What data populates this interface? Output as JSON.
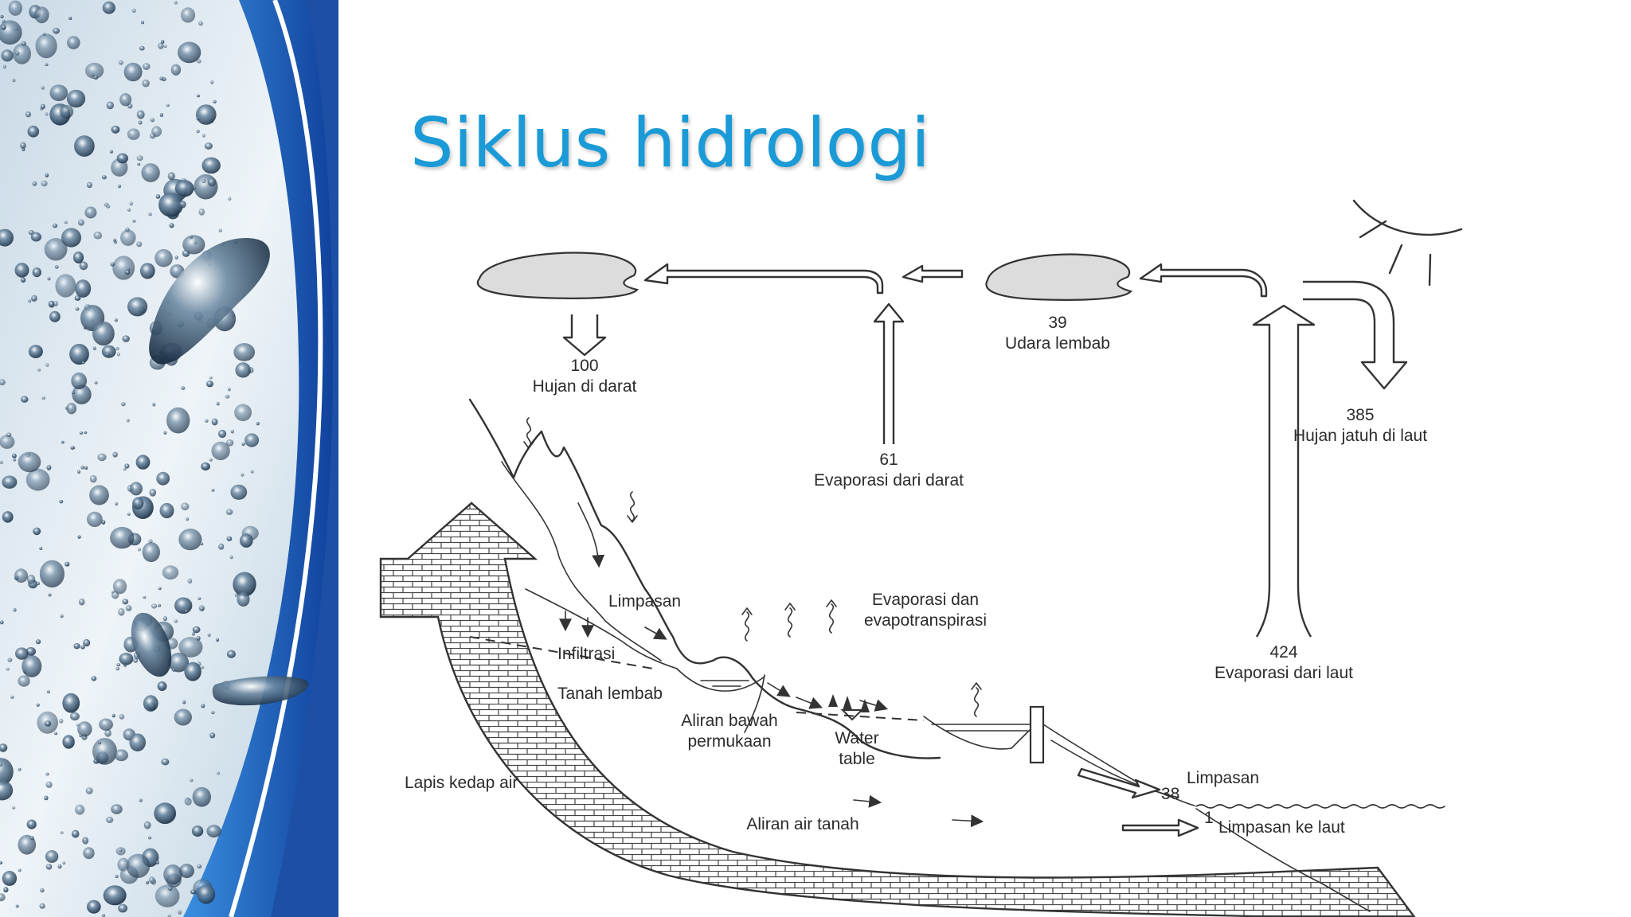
{
  "slide": {
    "title": "Siklus hidrologi"
  },
  "colors": {
    "title": "#1a9ad6",
    "sidebar_blue": "#1d5fb8",
    "sidebar_light": "#dde8f1",
    "line": "#333333"
  },
  "diagram": {
    "labels": {
      "rain_land_value": "100",
      "rain_land": "Hujan di darat",
      "moist_air_value": "39",
      "moist_air": "Udara lembab",
      "evap_land_value": "61",
      "evap_land": "Evaporasi dari darat",
      "rain_sea_value": "385",
      "rain_sea": "Hujan jatuh di laut",
      "evap_sea_value": "424",
      "evap_sea": "Evaporasi dari laut",
      "runoff_hill": "Limpasan",
      "evapotranspiration_1": "Evaporasi dan",
      "evapotranspiration_2": "evapotranspirasi",
      "infiltration": "Infiltrasi",
      "moist_soil": "Tanah lembab",
      "subsurface_1": "Aliran bawah",
      "subsurface_2": "permukaan",
      "water_table_1": "Water",
      "water_table_2": "table",
      "impermeable": "Lapis kedap air",
      "groundwater_flow": "Aliran air tanah",
      "runoff_value": "38",
      "runoff": "Limpasan",
      "runoff_sea_value": "1",
      "runoff_sea": "Limpasan ke laut"
    }
  }
}
